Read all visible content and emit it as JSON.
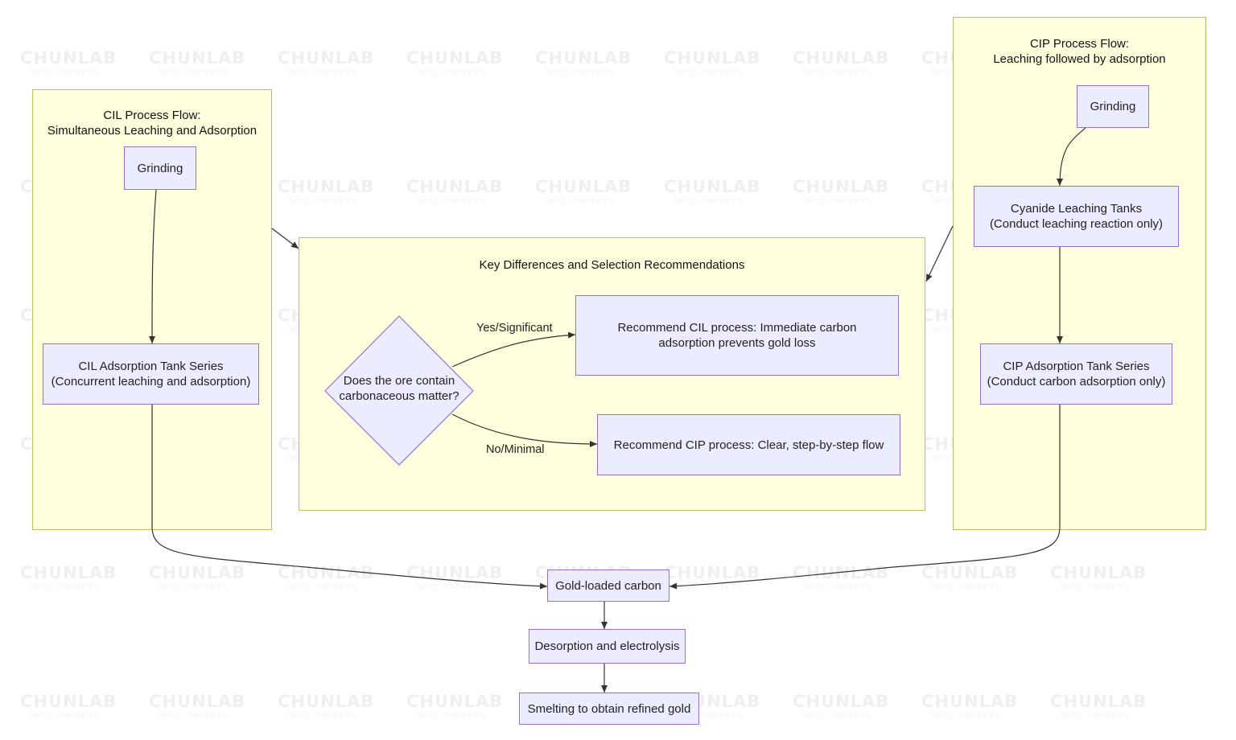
{
  "watermark": {
    "text": "CHUNLAB",
    "subtext": "GOLD PROCESS"
  },
  "clusters": {
    "cil": {
      "title": "CIL Process Flow:\nSimultaneous Leaching and Adsorption"
    },
    "key": {
      "title": "Key Differences and Selection Recommendations"
    },
    "cip": {
      "title": "CIP Process Flow:\nLeaching followed by adsorption"
    }
  },
  "nodes": {
    "cil_grinding": "Grinding",
    "cil_tanks": "CIL Adsorption Tank Series\n(Concurrent leaching and adsorption)",
    "cip_grinding": "Grinding",
    "cip_leach": "Cyanide Leaching Tanks\n(Conduct leaching reaction only)",
    "cip_tanks": "CIP Adsorption Tank Series\n(Conduct carbon adsorption only)",
    "decision": "Does the ore contain\ncarbonaceous matter?",
    "rec_cil": "Recommend CIL process: Immediate carbon\nadsorption prevents gold loss",
    "rec_cip": "Recommend CIP process: Clear, step-by-step flow",
    "gold_carbon": "Gold-loaded carbon",
    "desorption": "Desorption and electrolysis",
    "smelting": "Smelting to obtain refined gold"
  },
  "edge_labels": {
    "yes": "Yes/Significant",
    "no": "No/Minimal"
  },
  "colors": {
    "node_fill": "#ececff",
    "node_border": "#9370db",
    "cluster_fill": "#ffffde",
    "cluster_border": "#bdbd6a",
    "edge": "#333333"
  }
}
